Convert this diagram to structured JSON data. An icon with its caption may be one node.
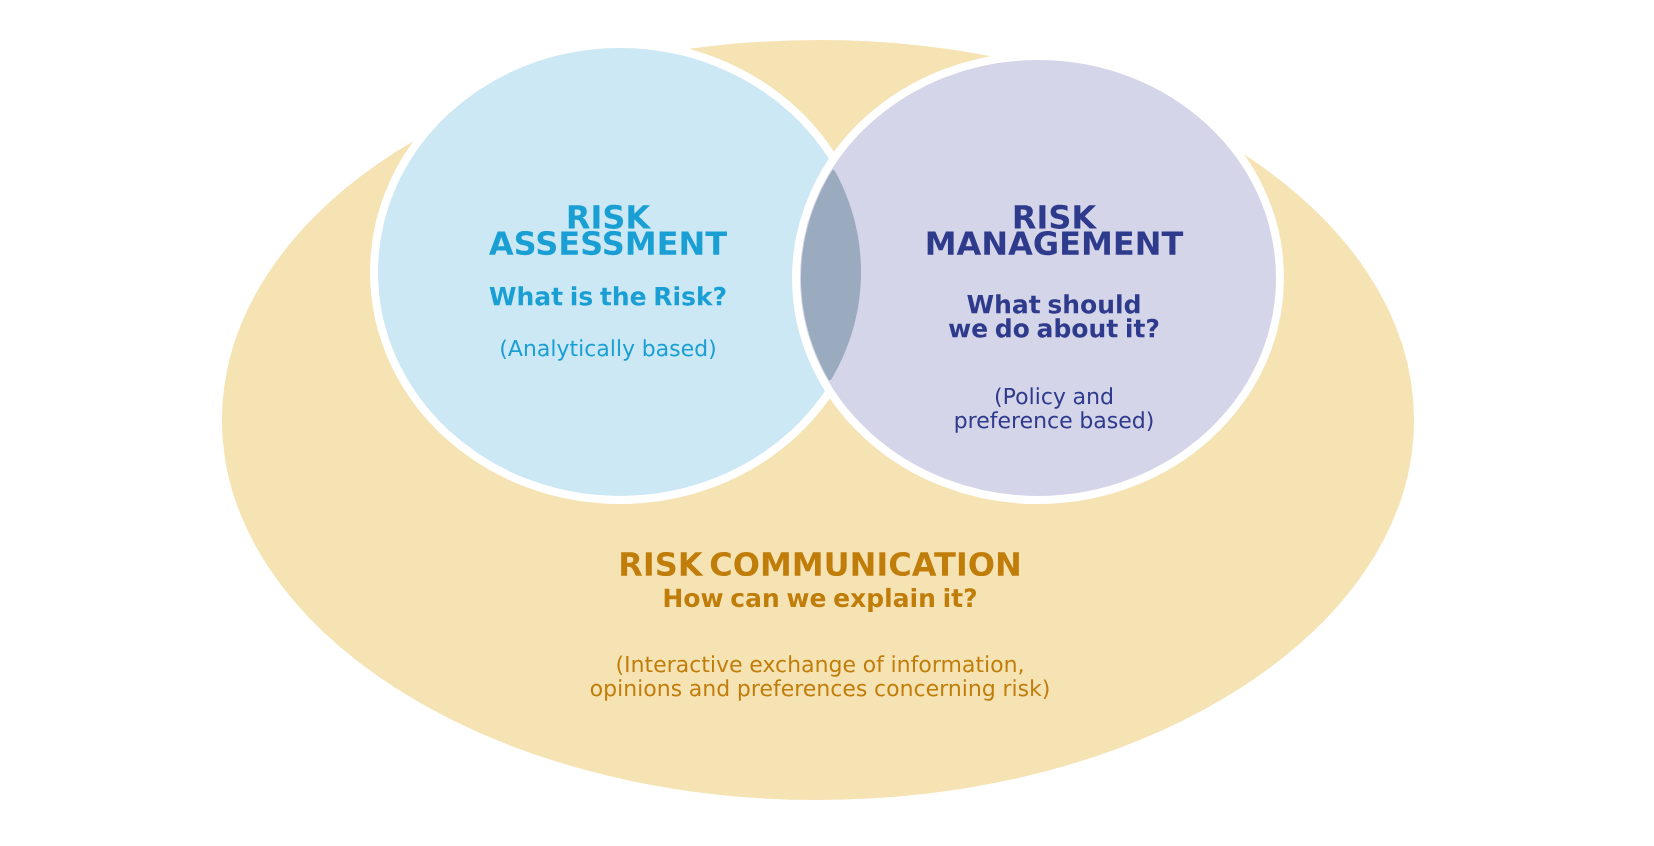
{
  "diagram": {
    "nodes": [
      {
        "text": [
          "RISK COMMUNICATION",
          "How can we explain it?",
          "(Interactive exchange of information, opinions and preferences concerning risk)"
        ]
      },
      {
        "text": [
          "RISK ASSESSMENT",
          "What is the Risk?",
          "(Analytically based)"
        ],
        "in": 0
      },
      {
        "text": [
          "RISK MANAGEMENT",
          "What should we do about it?",
          "(Policy and preference based)"
        ],
        "in": 0
      },
      {
        "text": [],
        "shape": "lens"
      }
    ]
  }
}
